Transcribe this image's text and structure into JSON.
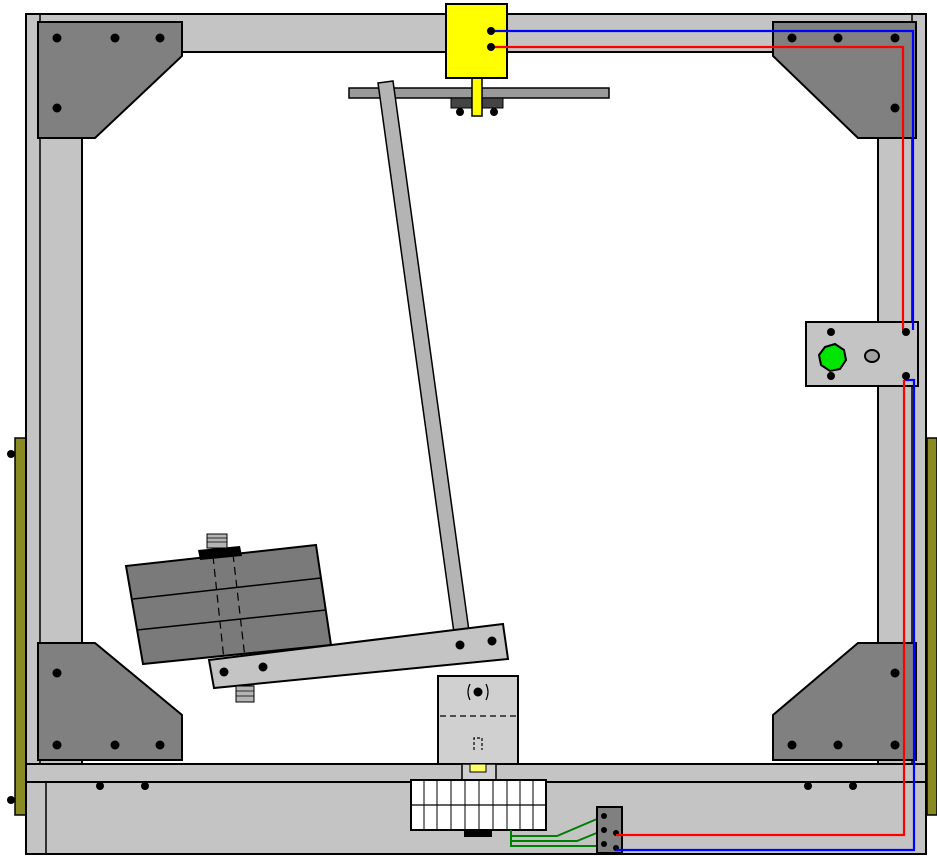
{
  "diagram": {
    "colors": {
      "background": "#ffffff",
      "frame": "#c4c4c4",
      "bracket": "#808080",
      "rod": "#b4b4b4",
      "weight": "#7a7a7a",
      "block": "#d0d0d0",
      "sensor": "#ffff00",
      "indicator": "#00e600",
      "wire_red": "#ff0000",
      "wire_blue": "#0000ff",
      "wire_green": "#008000",
      "side_rail": "#8a8a22",
      "outline": "#000000"
    },
    "icons": {
      "bolt": "black-dot",
      "indicator_light": "green-octagon",
      "sensor_block": "yellow-rectangle",
      "counterweight": "stacked-plates",
      "encoder_wheel": "gridded-drum"
    },
    "text_labels": []
  }
}
